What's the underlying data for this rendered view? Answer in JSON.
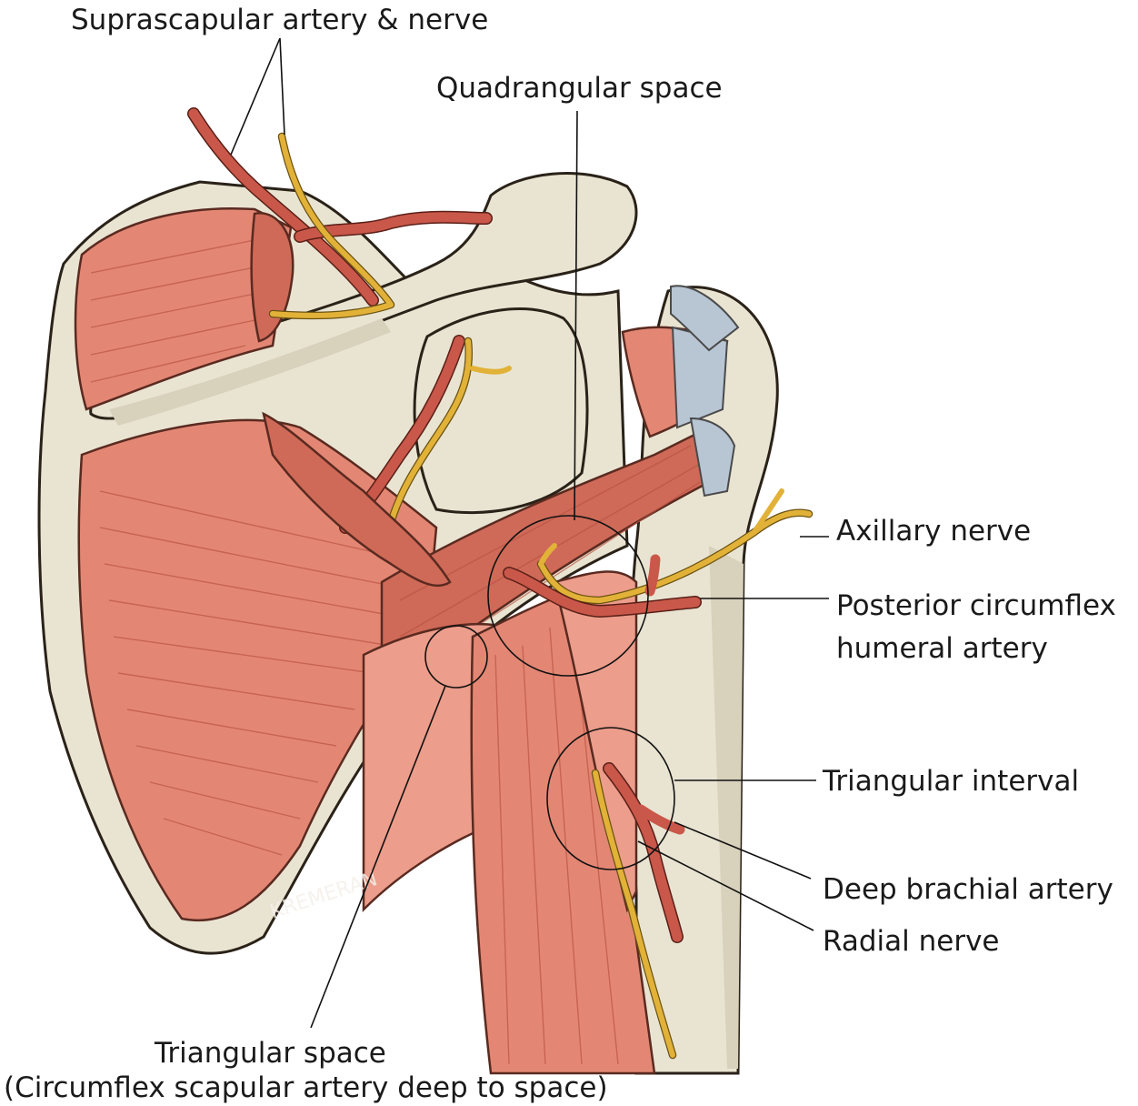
{
  "labels": {
    "suprascapular": "Suprascapular artery & nerve",
    "quadrangular": "Quadrangular space",
    "axillary_nerve": "Axillary nerve",
    "posterior_circumflex_line1": "Posterior circumflex",
    "posterior_circumflex_line2": "humeral artery",
    "triangular_interval": "Triangular interval",
    "deep_brachial": "Deep brachial artery",
    "radial_nerve": "Radial nerve",
    "triangular_space_line1": "Triangular space",
    "triangular_space_line2": "(Circumflex scapular artery deep to space)"
  },
  "artist_signature": "KREMERAN",
  "colors": {
    "bone": "#e9e4d2",
    "muscle": "#e38774",
    "artery": "#c9584a",
    "nerve": "#e2b238",
    "tendon": "#b8c6d4"
  }
}
